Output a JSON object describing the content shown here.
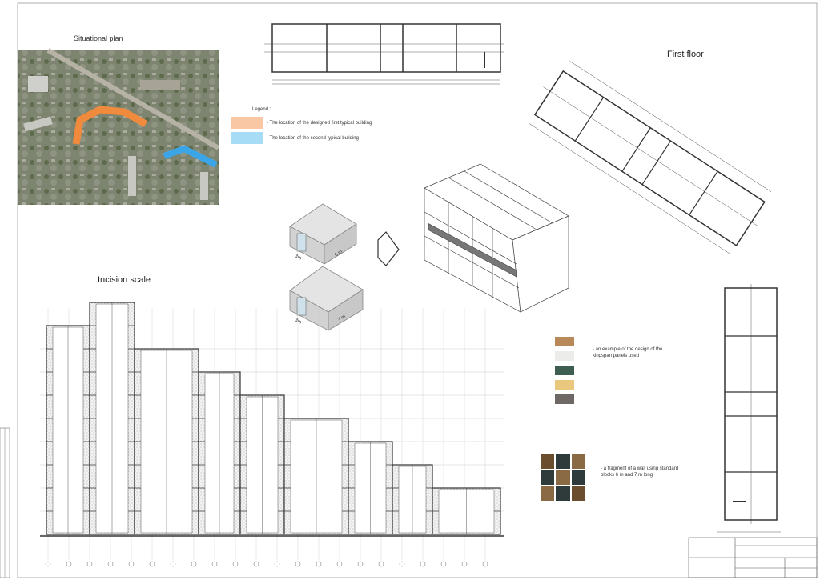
{
  "situational_plan": {
    "title": "Situational plan"
  },
  "legend": {
    "title": "Legend :",
    "items": [
      {
        "label": "- The location of the designed first typical building",
        "color": "#f9c7a4"
      },
      {
        "label": "- The location of the second typical building",
        "color": "#a6dcf5"
      }
    ]
  },
  "first_floor": {
    "title": "First floor"
  },
  "modules": {
    "module_a": {
      "width": "3m",
      "length": "6 m"
    },
    "module_b": {
      "width": "3m",
      "length": "7 m"
    }
  },
  "section": {
    "title": "Incision scale"
  },
  "materials": {
    "swatches": [
      "#b88a5a",
      "#ececea",
      "#3e5e52",
      "#e9c77d",
      "#6e6866"
    ],
    "note": "- an example of the design of the kingspan panels used"
  },
  "fragment": {
    "note": "- a fragment of a wall using standard blocks 6 m and 7 m long"
  },
  "colors": {
    "orange": "#f08a3c",
    "blue": "#3aa6e8"
  }
}
